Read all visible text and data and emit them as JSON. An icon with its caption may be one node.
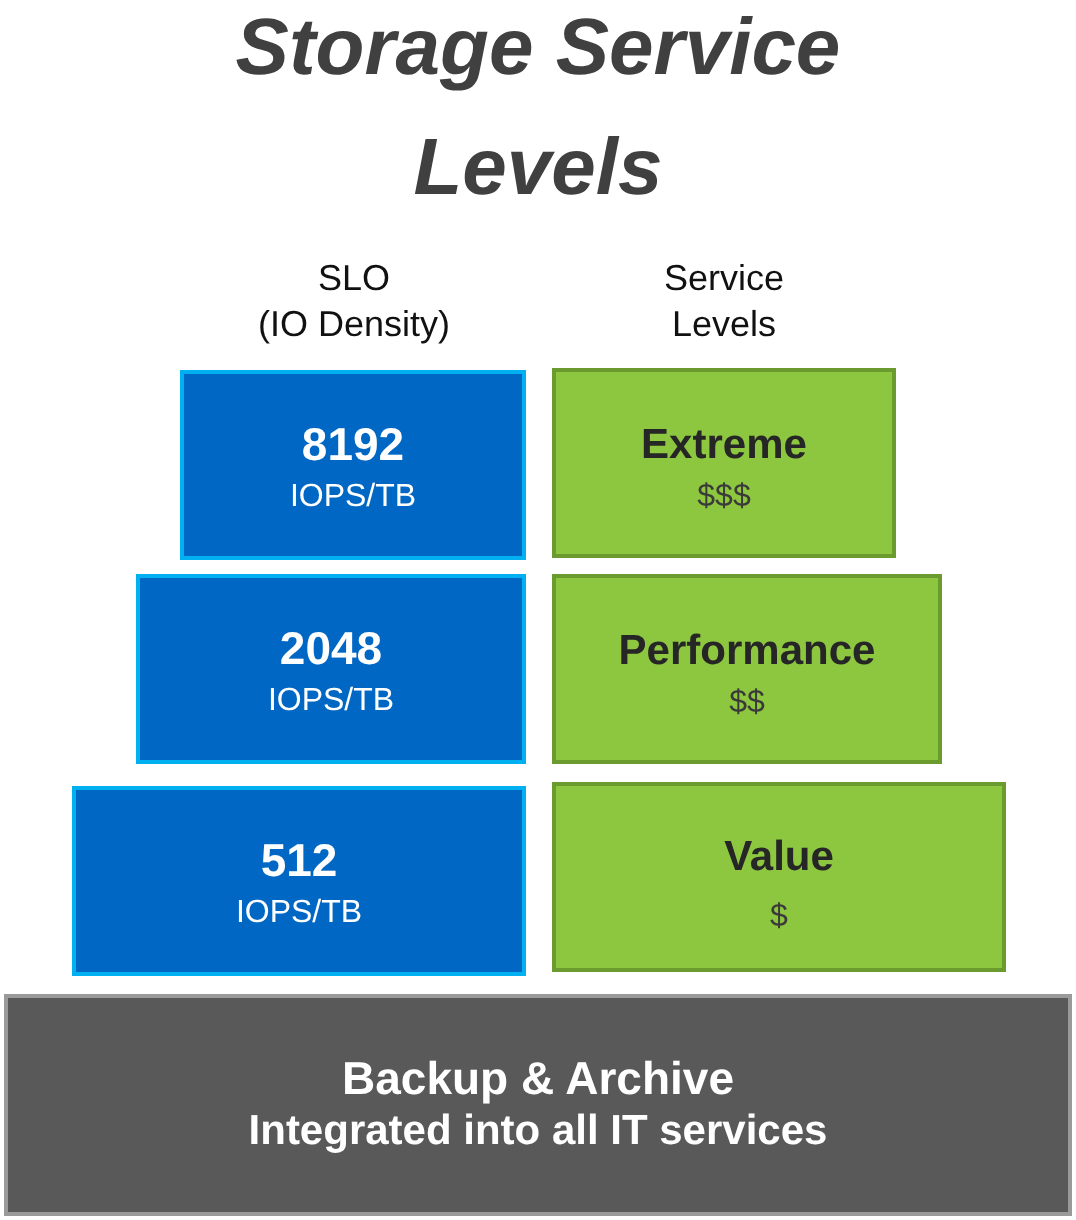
{
  "diagram": {
    "title": "Storage Service Levels",
    "nodes": [
      {
        "text": [
          "8192",
          "IOPS/TB"
        ]
      },
      {
        "text": [
          "Extreme",
          "$$$"
        ]
      },
      {
        "text": [
          "2048",
          "IOPS/TB"
        ]
      },
      {
        "text": [
          "Performance",
          "$$"
        ]
      },
      {
        "text": [
          "512",
          "IOPS/TB"
        ]
      },
      {
        "text": [
          "Value",
          "$"
        ]
      },
      {
        "text": [
          "Backup & Archive",
          "Integrated into all IT services"
        ]
      }
    ],
    "labels": [
      "SLO",
      "(IO Density)",
      "Service Levels"
    ]
  }
}
